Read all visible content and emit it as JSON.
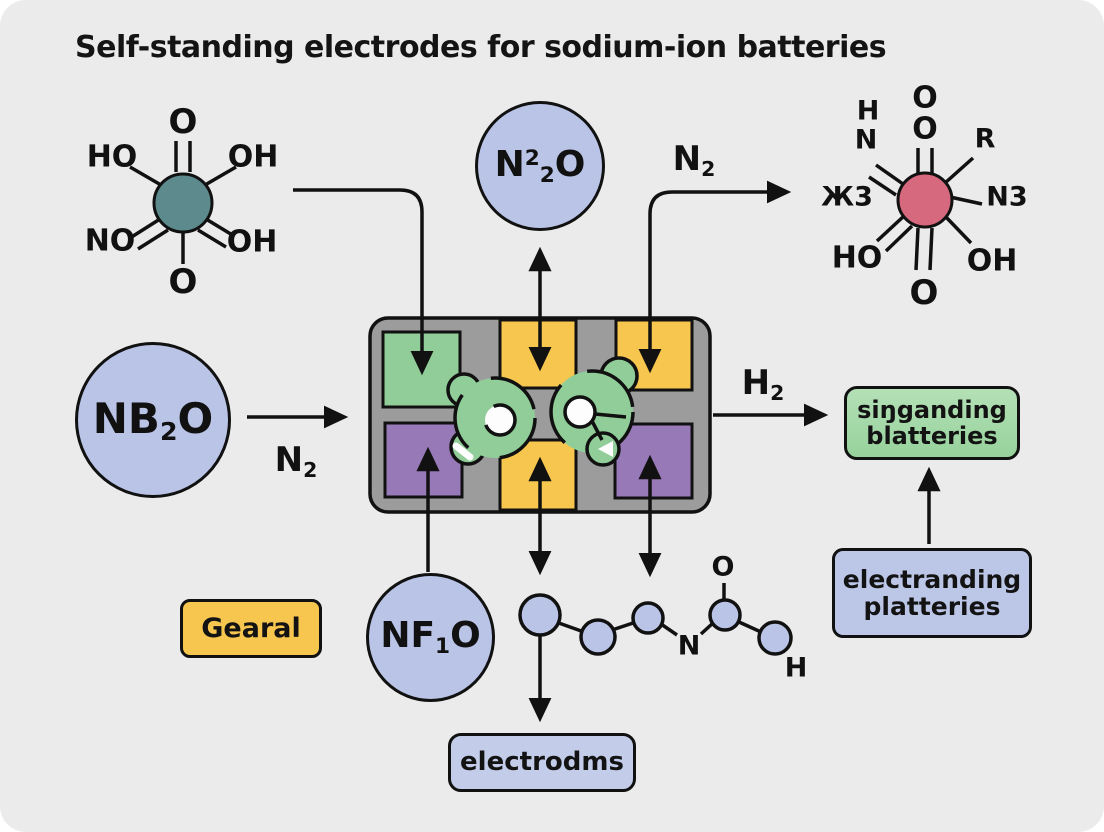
{
  "title": "Self-standing electrodes for sodium-ion batteries",
  "colors": {
    "background": "#ebebeb",
    "blue_fill": "#b9c4e7",
    "teal_center": "#5d8a8d",
    "red_center": "#d6697d",
    "yellow": "#f6c64e",
    "green_square": "#90cd98",
    "purple_square": "#9779b7",
    "grid_gray": "#9c9c9c",
    "green_box_fill": "#a6daa9",
    "stroke": "#111111"
  },
  "molecule_left": {
    "substituents": {
      "top": "O",
      "upper_left": "HO",
      "upper_right": "OH",
      "lower_left": "NO",
      "lower_right": "OH",
      "bottom": "O"
    }
  },
  "molecule_right": {
    "substituents": {
      "h": "H",
      "n": "N",
      "o_top": "O",
      "o_mid": "O",
      "r": "R",
      "left": "Ж3",
      "right": "N3",
      "lower_left": "HO",
      "lower_right": "OH",
      "bottom": "O"
    }
  },
  "species": {
    "n22o": {
      "p1": "N",
      "sup": "2",
      "sub": "2",
      "p2": "O"
    },
    "nb2o": {
      "p1": "NB",
      "sub": "2",
      "p2": "O"
    },
    "nf1o": {
      "p1": "NF",
      "sub": "1",
      "p2": "O"
    }
  },
  "gas_labels": {
    "n2_left": {
      "p1": "N",
      "sub": "2"
    },
    "n2_top": {
      "p1": "N",
      "sub": "2"
    },
    "h2": {
      "p1": "H",
      "sub": "2"
    }
  },
  "chain": {
    "n": "N",
    "o": "O",
    "h": "H"
  },
  "boxes": {
    "gearal": "Gearal",
    "electrodes": "electrodms",
    "green": {
      "line1": "siŋganding",
      "line2": "blatteries"
    },
    "blue": {
      "line1": "electranding",
      "line2": "platteries"
    }
  }
}
